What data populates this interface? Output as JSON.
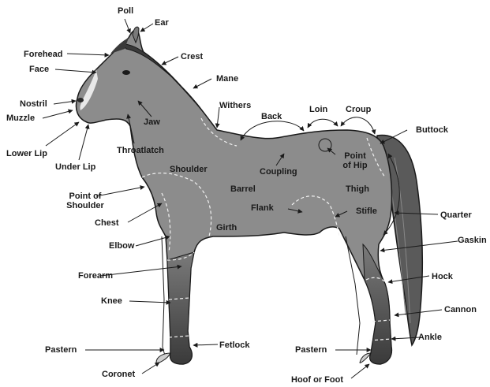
{
  "labels": {
    "poll": "Poll",
    "ear": "Ear",
    "forehead": "Forehead",
    "face": "Face",
    "crest": "Crest",
    "mane": "Mane",
    "nostril": "Nostril",
    "muzzle": "Muzzle",
    "jaw": "Jaw",
    "withers": "Withers",
    "back": "Back",
    "loin": "Loin",
    "croup": "Croup",
    "buttock": "Buttock",
    "lower_lip": "Lower Lip",
    "under_lip": "Under Lip",
    "throatlatch": "Throatlatch",
    "point_of_hip_line1": "Point",
    "point_of_hip_line2": "of Hip",
    "shoulder": "Shoulder",
    "coupling": "Coupling",
    "point_of_shoulder_line1": "Point of",
    "point_of_shoulder_line2": "Shoulder",
    "barrel": "Barrel",
    "thigh": "Thigh",
    "flank": "Flank",
    "stifle": "Stifle",
    "chest": "Chest",
    "quarter": "Quarter",
    "girth": "Girth",
    "elbow": "Elbow",
    "gaskin": "Gaskin",
    "forearm": "Forearm",
    "hock": "Hock",
    "knee": "Knee",
    "cannon": "Cannon",
    "ankle": "Ankle",
    "pastern_front": "Pastern",
    "fetlock": "Fetlock",
    "pastern_rear": "Pastern",
    "coronet": "Coronet",
    "hoof_or_foot": "Hoof or Foot"
  },
  "colors": {
    "body": "#8a8a8a",
    "leg": "#4a4a4a",
    "mane": "#3a3a3a",
    "tail": "#555555",
    "outline": "#1a1a1a",
    "dashed_region": "#f2f2f2",
    "text": "#1a1a1a"
  }
}
